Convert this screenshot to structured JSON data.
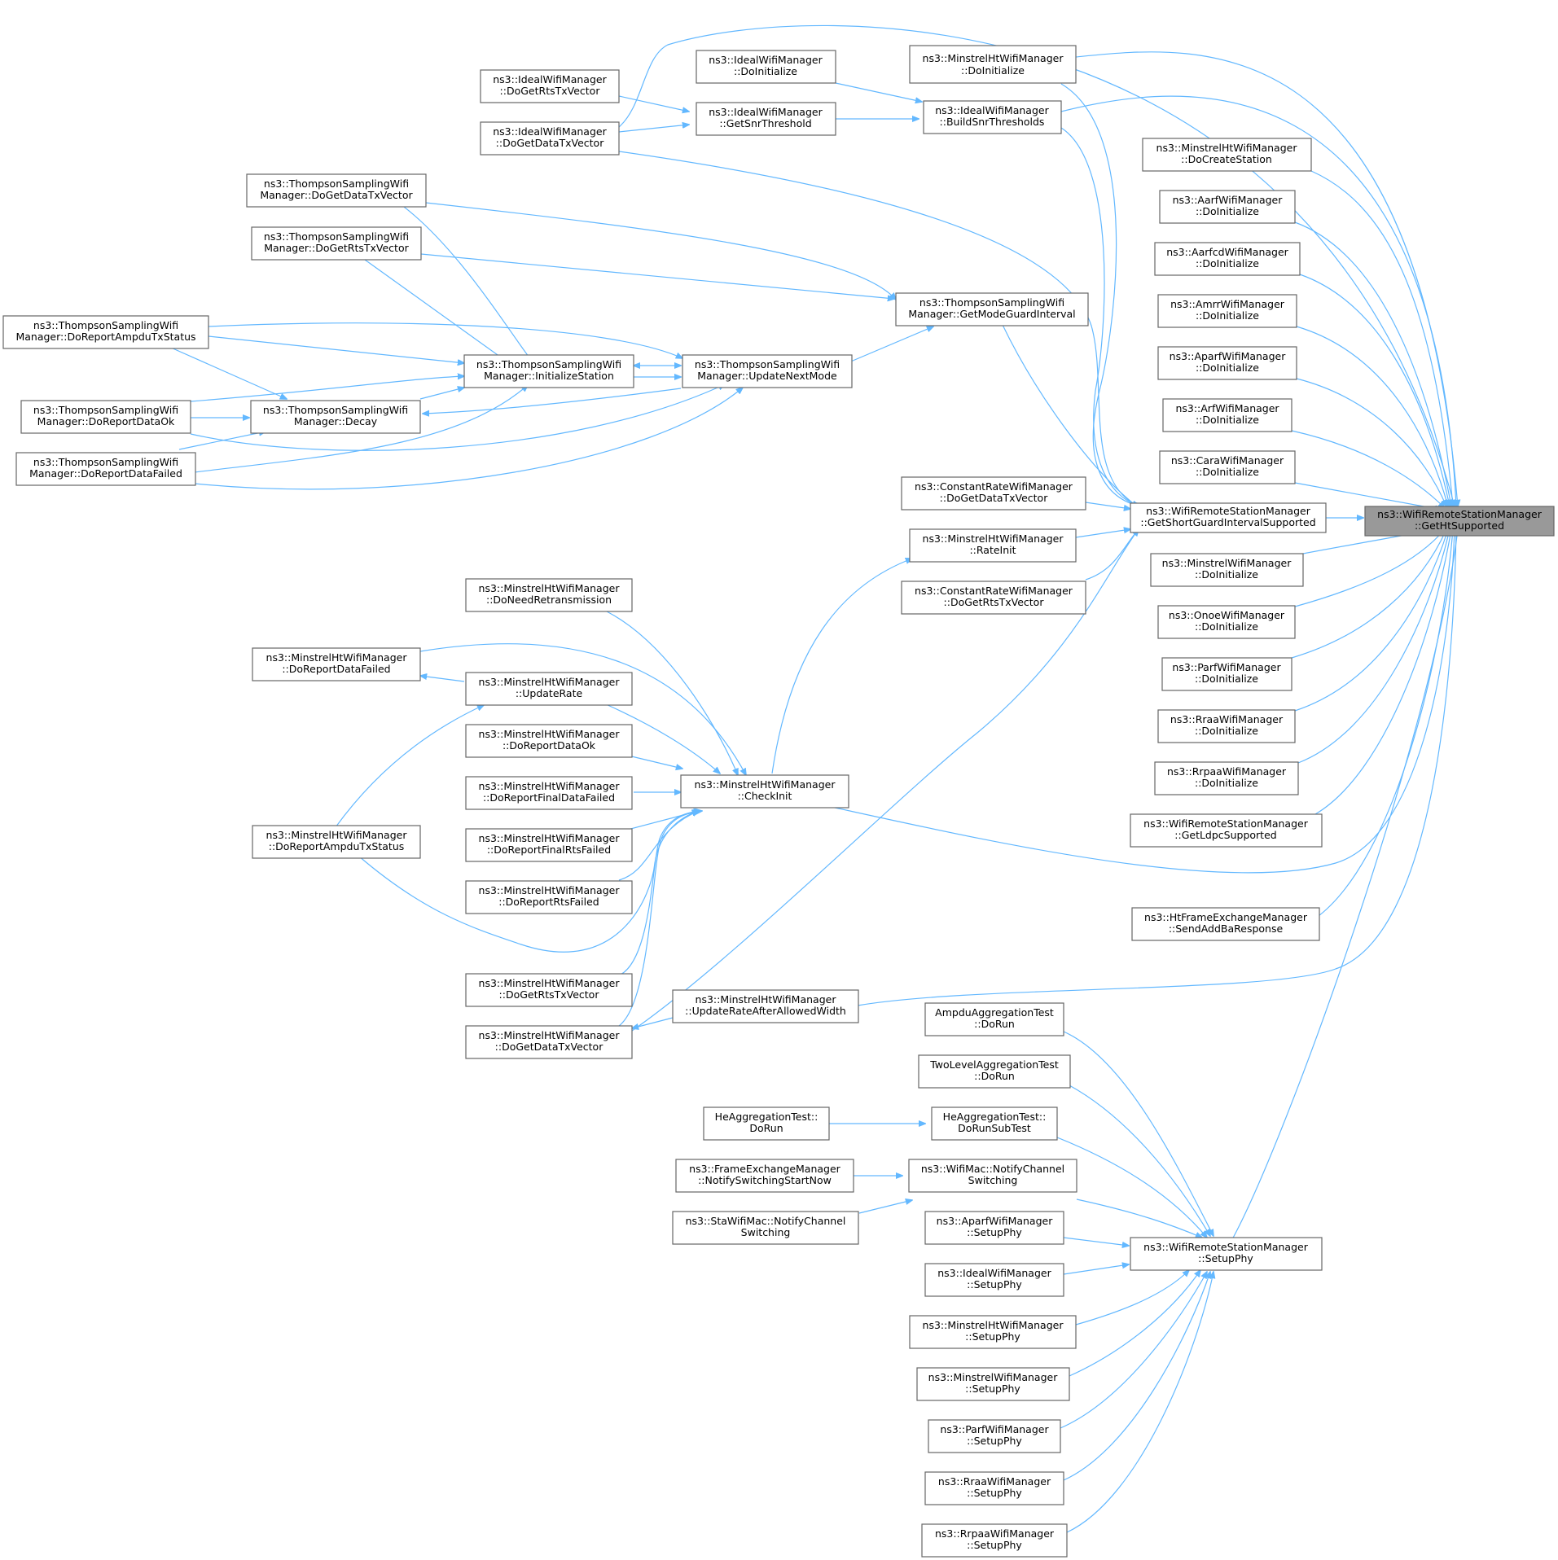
{
  "colors": {
    "edge": "#63b8ff",
    "node_border": "#666666",
    "target_fill": "#999999"
  },
  "nodes": {
    "target": {
      "line1": "ns3::WifiRemoteStationManager",
      "line2": "::GetHtSupported"
    },
    "gsgi": {
      "line1": "ns3::WifiRemoteStationManager",
      "line2": "::GetShortGuardIntervalSupported"
    },
    "mht_init": {
      "line1": "ns3::MinstrelHtWifiManager",
      "line2": "::DoInitialize"
    },
    "ideal_init": {
      "line1": "ns3::IdealWifiManager",
      "line2": "::DoInitialize"
    },
    "ideal_bst": {
      "line1": "ns3::IdealWifiManager",
      "line2": "::BuildSnrThresholds"
    },
    "ideal_gst": {
      "line1": "ns3::IdealWifiManager",
      "line2": "::GetSnrThreshold"
    },
    "ideal_rts": {
      "line1": "ns3::IdealWifiManager",
      "line2": "::DoGetRtsTxVector"
    },
    "ideal_data": {
      "line1": "ns3::IdealWifiManager",
      "line2": "::DoGetDataTxVector"
    },
    "mht_create": {
      "line1": "ns3::MinstrelHtWifiManager",
      "line2": "::DoCreateStation"
    },
    "aarf": {
      "line1": "ns3::AarfWifiManager",
      "line2": "::DoInitialize"
    },
    "aarfcd": {
      "line1": "ns3::AarfcdWifiManager",
      "line2": "::DoInitialize"
    },
    "amrr": {
      "line1": "ns3::AmrrWifiManager",
      "line2": "::DoInitialize"
    },
    "aparf": {
      "line1": "ns3::AparfWifiManager",
      "line2": "::DoInitialize"
    },
    "arf": {
      "line1": "ns3::ArfWifiManager",
      "line2": "::DoInitialize"
    },
    "cara": {
      "line1": "ns3::CaraWifiManager",
      "line2": "::DoInitialize"
    },
    "minstrel": {
      "line1": "ns3::MinstrelWifiManager",
      "line2": "::DoInitialize"
    },
    "onoe": {
      "line1": "ns3::OnoeWifiManager",
      "line2": "::DoInitialize"
    },
    "parf": {
      "line1": "ns3::ParfWifiManager",
      "line2": "::DoInitialize"
    },
    "rraa": {
      "line1": "ns3::RraaWifiManager",
      "line2": "::DoInitialize"
    },
    "rrpaa": {
      "line1": "ns3::RrpaaWifiManager",
      "line2": "::DoInitialize"
    },
    "ldpc": {
      "line1": "ns3::WifiRemoteStationManager",
      "line2": "::GetLdpcSupported"
    },
    "addba": {
      "line1": "ns3::HtFrameExchangeManager",
      "line2": "::SendAddBaResponse"
    },
    "ts_data": {
      "line1": "ns3::ThompsonSamplingWifi",
      "line2": "Manager::DoGetDataTxVector"
    },
    "ts_rts": {
      "line1": "ns3::ThompsonSamplingWifi",
      "line2": "Manager::DoGetRtsTxVector"
    },
    "ts_ampdu": {
      "line1": "ns3::ThompsonSamplingWifi",
      "line2": "Manager::DoReportAmpduTxStatus"
    },
    "ts_ok": {
      "line1": "ns3::ThompsonSamplingWifi",
      "line2": "Manager::DoReportDataOk"
    },
    "ts_failed": {
      "line1": "ns3::ThompsonSamplingWifi",
      "line2": "Manager::DoReportDataFailed"
    },
    "ts_decay": {
      "line1": "ns3::ThompsonSamplingWifi",
      "line2": "Manager::Decay"
    },
    "ts_init": {
      "line1": "ns3::ThompsonSamplingWifi",
      "line2": "Manager::InitializeStation"
    },
    "ts_unm": {
      "line1": "ns3::ThompsonSamplingWifi",
      "line2": "Manager::UpdateNextMode"
    },
    "ts_mgi": {
      "line1": "ns3::ThompsonSamplingWifi",
      "line2": "Manager::GetModeGuardInterval"
    },
    "cr_data": {
      "line1": "ns3::ConstantRateWifiManager",
      "line2": "::DoGetDataTxVector"
    },
    "cr_rts": {
      "line1": "ns3::ConstantRateWifiManager",
      "line2": "::DoGetRtsTxVector"
    },
    "mht_rateinit": {
      "line1": "ns3::MinstrelHtWifiManager",
      "line2": "::RateInit"
    },
    "mht_checkinit": {
      "line1": "ns3::MinstrelHtWifiManager",
      "line2": "::CheckInit"
    },
    "mht_needretx": {
      "line1": "ns3::MinstrelHtWifiManager",
      "line2": "::DoNeedRetransmission"
    },
    "mht_updaterate": {
      "line1": "ns3::MinstrelHtWifiManager",
      "line2": "::UpdateRate"
    },
    "mht_failed": {
      "line1": "ns3::MinstrelHtWifiManager",
      "line2": "::DoReportDataFailed"
    },
    "mht_ok": {
      "line1": "ns3::MinstrelHtWifiManager",
      "line2": "::DoReportDataOk"
    },
    "mht_finaldata": {
      "line1": "ns3::MinstrelHtWifiManager",
      "line2": "::DoReportFinalDataFailed"
    },
    "mht_finalrts": {
      "line1": "ns3::MinstrelHtWifiManager",
      "line2": "::DoReportFinalRtsFailed"
    },
    "mht_rtsfailed": {
      "line1": "ns3::MinstrelHtWifiManager",
      "line2": "::DoReportRtsFailed"
    },
    "mht_ampdu": {
      "line1": "ns3::MinstrelHtWifiManager",
      "line2": "::DoReportAmpduTxStatus"
    },
    "mht_rts": {
      "line1": "ns3::MinstrelHtWifiManager",
      "line2": "::DoGetRtsTxVector"
    },
    "mht_data": {
      "line1": "ns3::MinstrelHtWifiManager",
      "line2": "::DoGetDataTxVector"
    },
    "mht_urafw": {
      "line1": "ns3::MinstrelHtWifiManager",
      "line2": "::UpdateRateAfterAllowedWidth"
    },
    "setupphy": {
      "line1": "ns3::WifiRemoteStationManager",
      "line2": "::SetupPhy"
    },
    "ampdu_test": {
      "line1": "AmpduAggregationTest",
      "line2": "::DoRun"
    },
    "twolevel_test": {
      "line1": "TwoLevelAggregationTest",
      "line2": "::DoRun"
    },
    "he_sub": {
      "line1": "HeAggregationTest::",
      "line2": "DoRunSubTest"
    },
    "he_run": {
      "line1": "HeAggregationTest::",
      "line2": "DoRun"
    },
    "mac_notify": {
      "line1": "ns3::WifiMac::NotifyChannel",
      "line2": "Switching"
    },
    "fem_notify": {
      "line1": "ns3::FrameExchangeManager",
      "line2": "::NotifySwitchingStartNow"
    },
    "sta_notify": {
      "line1": "ns3::StaWifiMac::NotifyChannel",
      "line2": "Switching"
    },
    "aparf_sp": {
      "line1": "ns3::AparfWifiManager",
      "line2": "::SetupPhy"
    },
    "ideal_sp": {
      "line1": "ns3::IdealWifiManager",
      "line2": "::SetupPhy"
    },
    "mht_sp": {
      "line1": "ns3::MinstrelHtWifiManager",
      "line2": "::SetupPhy"
    },
    "minstrel_sp": {
      "line1": "ns3::MinstrelWifiManager",
      "line2": "::SetupPhy"
    },
    "parf_sp": {
      "line1": "ns3::ParfWifiManager",
      "line2": "::SetupPhy"
    },
    "rraa_sp": {
      "line1": "ns3::RraaWifiManager",
      "line2": "::SetupPhy"
    },
    "rrpaa_sp": {
      "line1": "ns3::RrpaaWifiManager",
      "line2": "::SetupPhy"
    }
  }
}
